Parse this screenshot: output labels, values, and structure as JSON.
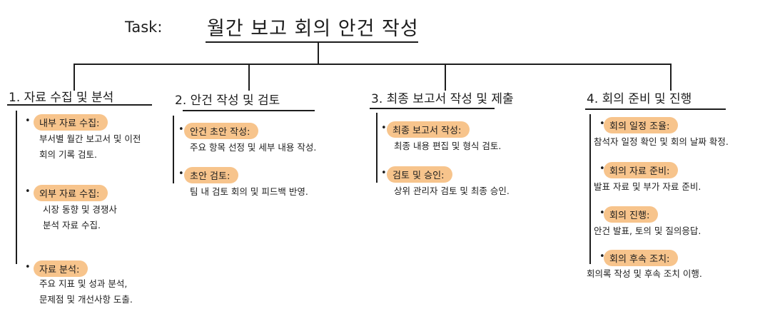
{
  "task": {
    "label": "Task:",
    "title": "월간 보고 회의 안건 작성"
  },
  "bullet_char": "•",
  "sections": [
    {
      "title": "1. 자료 수집 및 분석",
      "items": [
        {
          "label": "내부 자료 수집:",
          "desc": [
            "부서별 월간 보고서 및 이전",
            "회의 기록 검토."
          ]
        },
        {
          "label": "외부 자료 수집:",
          "desc": [
            "시장 동향 및 경쟁사",
            "분석 자료 수집."
          ]
        },
        {
          "label": "자료 분석:",
          "desc": [
            "주요 지표 및 성과 분석,",
            "문제점 및 개선사항 도출."
          ]
        }
      ]
    },
    {
      "title": "2. 안건 작성 및 검토",
      "items": [
        {
          "label": "안건 초안 작성:",
          "desc": [
            "주요 항목 선정 및 세부 내용 작성."
          ]
        },
        {
          "label": "초안 검토:",
          "desc": [
            "팀 내 검토 회의 및 피드백 반영."
          ]
        }
      ]
    },
    {
      "title": "3. 최종 보고서 작성 및 제출",
      "items": [
        {
          "label": "최종 보고서 작성:",
          "desc": [
            "최종 내용 편집 및 형식 검토."
          ]
        },
        {
          "label": "검토 및 승인:",
          "desc": [
            "상위 관리자 검토 및 최종 승인."
          ]
        }
      ]
    },
    {
      "title": "4. 회의 준비 및 진행",
      "items": [
        {
          "label": "회의 일정 조율:",
          "desc": [
            "참석자 일정 확인 및 회의 날짜 확정."
          ]
        },
        {
          "label": "회의 자료 준비:",
          "desc": [
            "발표 자료 및 부가 자료 준비."
          ]
        },
        {
          "label": "회의 진행:",
          "desc": [
            "안건 발표, 토의 및 질의응답."
          ]
        },
        {
          "label": "회의 후속 조치:",
          "desc": [
            "회의록 작성 및 후속 조치 이행."
          ]
        }
      ]
    }
  ]
}
